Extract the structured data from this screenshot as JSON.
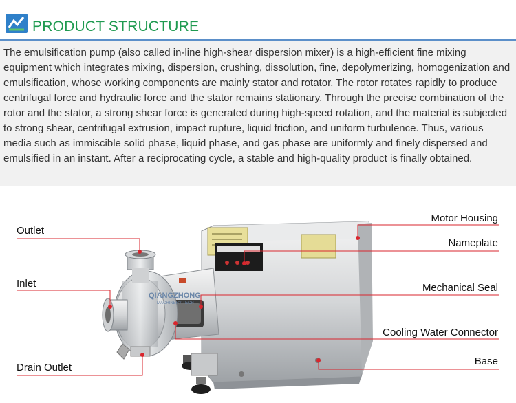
{
  "header": {
    "title": "PRODUCT STRUCTURE",
    "logo_icon": "tech-box-logo-icon",
    "accent_green": "#1f9a50",
    "rule_blue": "#5b8fc9"
  },
  "intro": {
    "text": "The emulsification pump (also called in-line high-shear dispersion mixer) is a high-efficient fine mixing equipment which integrates mixing, dispersion, crushing, dissolution, fine, depolymerizing, homogenization and emulsification, whose working components are mainly stator and rotator. The rotor rotates rapidly to produce centrifugal force and hydraulic force and the stator remains stationary. Through the precise combination of the rotor and the stator, a strong shear force is generated during high-speed rotation, and the material is subjected to strong shear, centrifugal extrusion, impact rupture, liquid friction, and uniform turbulence. Thus, various media such as immiscible solid phase, liquid phase, and gas phase are uniformly and finely dispersed and emulsified in an instant. After a reciprocating cycle, a stable and high-quality product is finally obtained."
  },
  "diagram": {
    "brand_text": "QIANGZHONG",
    "brand_sub": "MACHINERY TECH",
    "leader_color": "#d9262e",
    "labels": {
      "outlet": "Outlet",
      "inlet": "Inlet",
      "drain_outlet": "Drain Outlet",
      "motor_housing": "Motor Housing",
      "nameplate": "Nameplate",
      "mechanical_seal": "Mechanical Seal",
      "cooling_water_connector": "Cooling Water Connector",
      "base": "Base"
    }
  }
}
